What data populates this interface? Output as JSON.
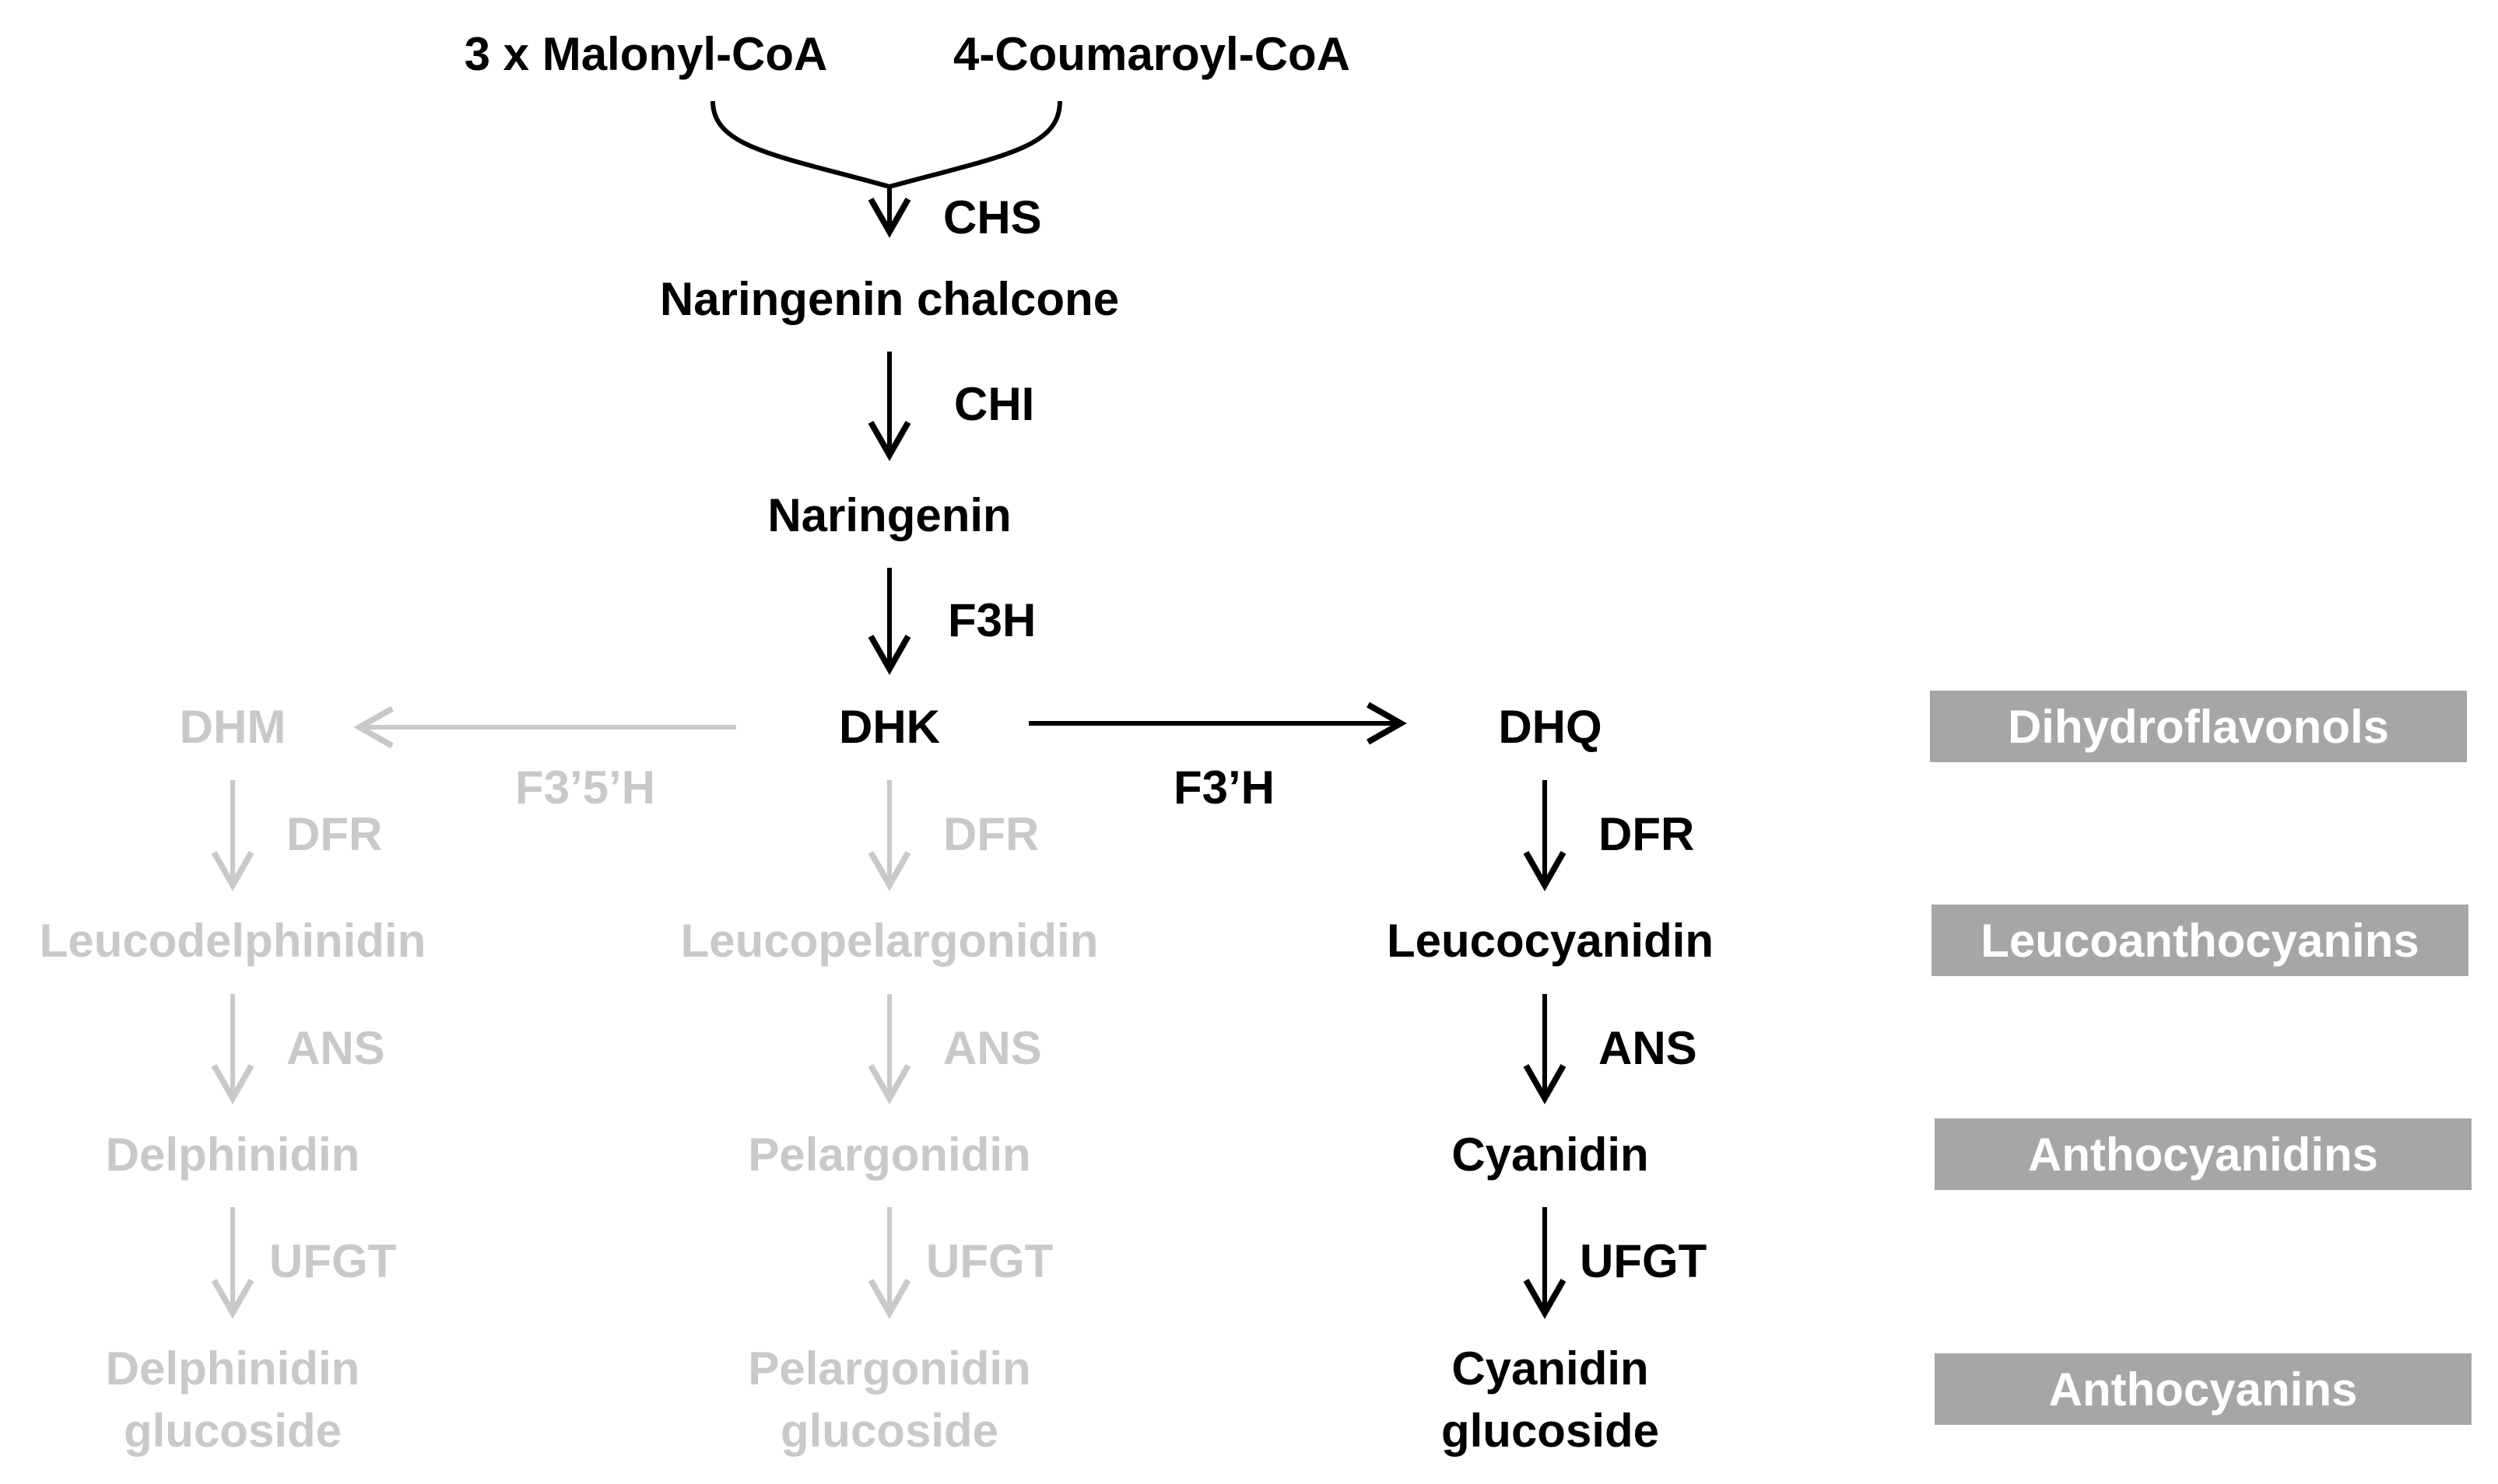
{
  "colors": {
    "active": "#000000",
    "inactive": "#c9c9c9",
    "badge_bg": "#a6a6a6",
    "badge_text": "#ffffff"
  },
  "substrates": {
    "malonyl": "3 x Malonyl-CoA",
    "coumaroyl": "4-Coumaroyl-CoA"
  },
  "main_path": {
    "naringenin_chalcone": "Naringenin chalcone",
    "naringenin": "Naringenin",
    "dhk": "DHK"
  },
  "enzymes": {
    "chs": "CHS",
    "chi": "CHI",
    "f3h": "F3H",
    "f35h": "F3’5’H",
    "f3h_prime": "F3’H"
  },
  "branches": {
    "delphinidin": {
      "dihydroflavonol": "DHM",
      "dfr": "DFR",
      "leuco": "Leucodelphinidin",
      "ans": "ANS",
      "anthocyanidin": "Delphinidin",
      "ufgt": "UFGT",
      "glucoside_line1": "Delphinidin",
      "glucoside_line2": "glucoside"
    },
    "pelargonidin": {
      "dfr": "DFR",
      "leuco": "Leucopelargonidin",
      "ans": "ANS",
      "anthocyanidin": "Pelargonidin",
      "ufgt": "UFGT",
      "glucoside_line1": "Pelargonidin",
      "glucoside_line2": "glucoside"
    },
    "cyanidin": {
      "dihydroflavonol": "DHQ",
      "dfr": "DFR",
      "leuco": "Leucocyanidin",
      "ans": "ANS",
      "anthocyanidin": "Cyanidin",
      "ufgt": "UFGT",
      "glucoside_line1": "Cyanidin",
      "glucoside_line2": "glucoside"
    }
  },
  "classes": {
    "dihydroflavonols": "Dihydroflavonols",
    "leucoanthocyanins": "Leucoanthocyanins",
    "anthocyanidins": "Anthocyanidins",
    "anthocyanins": "Anthocyanins"
  }
}
